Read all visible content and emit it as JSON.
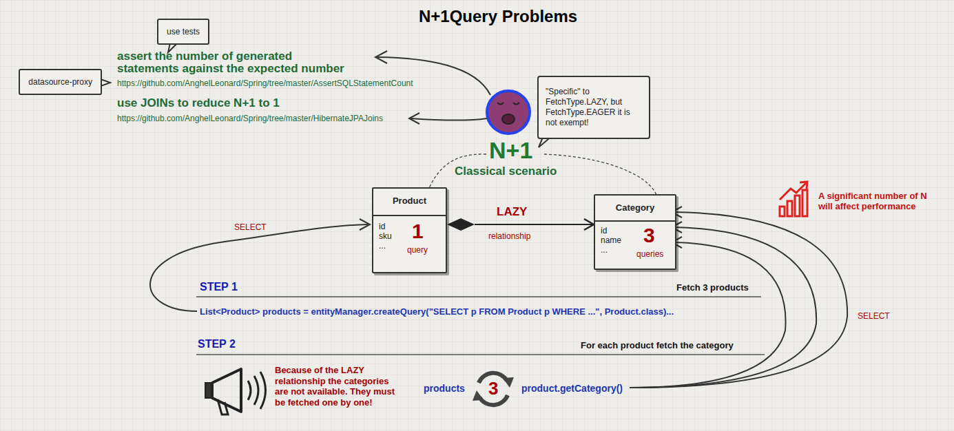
{
  "diagram": {
    "title": "N+1Query Problems",
    "nodes": [
      {
        "text": [
          "use tests"
        ]
      },
      {
        "text": [
          "datasource-proxy"
        ]
      },
      {
        "text": [
          "\"Specific\" to FetchType.LAZY, but FetchType.EAGER it is not exempt!"
        ]
      },
      {
        "text": [
          "Product",
          "id sku ...",
          "1",
          "query"
        ]
      },
      {
        "text": [
          "Category",
          "id name ...",
          "3",
          "queries"
        ]
      }
    ],
    "edges": [
      {
        "from": 3,
        "to": 4,
        "arrow": "to",
        "label": "LAZY"
      }
    ],
    "labels": [
      "assert the number of generated statements against the expected number",
      "https://github.com/AnghelLeonard/Spring/tree/master/AssertSQLStatementCount",
      "use JOINs to reduce N+1 to 1",
      "https://github.com/AnghelLeonard/Spring/tree/master/HibernateJPAJoins",
      "N+1",
      "Classical scenario",
      "relationship",
      "A significant number of N will affect performance",
      "SELECT",
      "STEP 1",
      "Fetch 3 products",
      "List<Product> products = entityManager.createQuery(\"SELECT p FROM Product p WHERE ...\", Product.class)...",
      "STEP 2",
      "For each product fetch the category",
      "Because of the LAZY relationship the categories are not available. They must be fetched one by one!",
      "products",
      "3",
      "product.getCategory()",
      "SELECT"
    ]
  }
}
